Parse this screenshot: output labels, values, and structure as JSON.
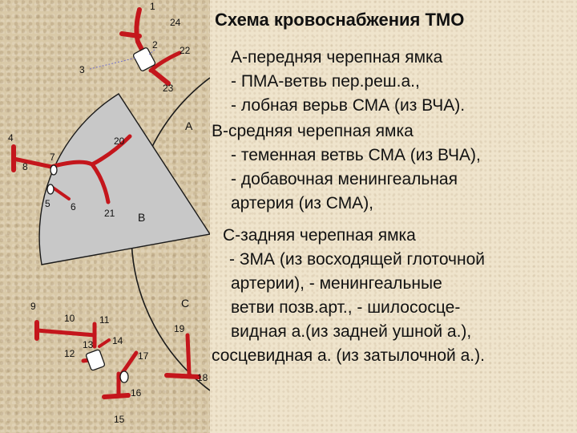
{
  "title": "Схема кровоснабжения ТМО",
  "lines": {
    "a_head": "А-передняя черепная ямка",
    "a1": "- ПМА-ветвь пер.реш.а.,",
    "a2": "- лобная верьв СМА (из ВЧА).",
    "b_head": "В-средняя черепная ямка",
    "b1": "- теменная ветвь СМА (из ВЧА),",
    "b2": "- добавочная менингеальная",
    "b3": "артерия (из СМА),",
    "c_head": "С-задняя черепная ямка",
    "c1": "- ЗМА (из восходящей глоточной",
    "c2": "артерии),   - менингеальные",
    "c3": "ветви позв.арт.,   - шилососце-",
    "c4": "видная а.(из задней ушной а.),",
    "c5": "сосцевидная а. (из затылочной а.)."
  },
  "diagram": {
    "zones": {
      "a": "А",
      "b": "В",
      "c": "С"
    },
    "numbers": [
      "1",
      "2",
      "3",
      "4",
      "5",
      "6",
      "7",
      "8",
      "9",
      "10",
      "11",
      "12",
      "13",
      "14",
      "15",
      "16",
      "17",
      "18",
      "19",
      "20",
      "21",
      "22",
      "23",
      "24"
    ],
    "colors": {
      "vessel": "#c4161c",
      "sector": "#c8c8c8",
      "outline": "#1a1a1a",
      "panel": "#efe4cc"
    }
  }
}
